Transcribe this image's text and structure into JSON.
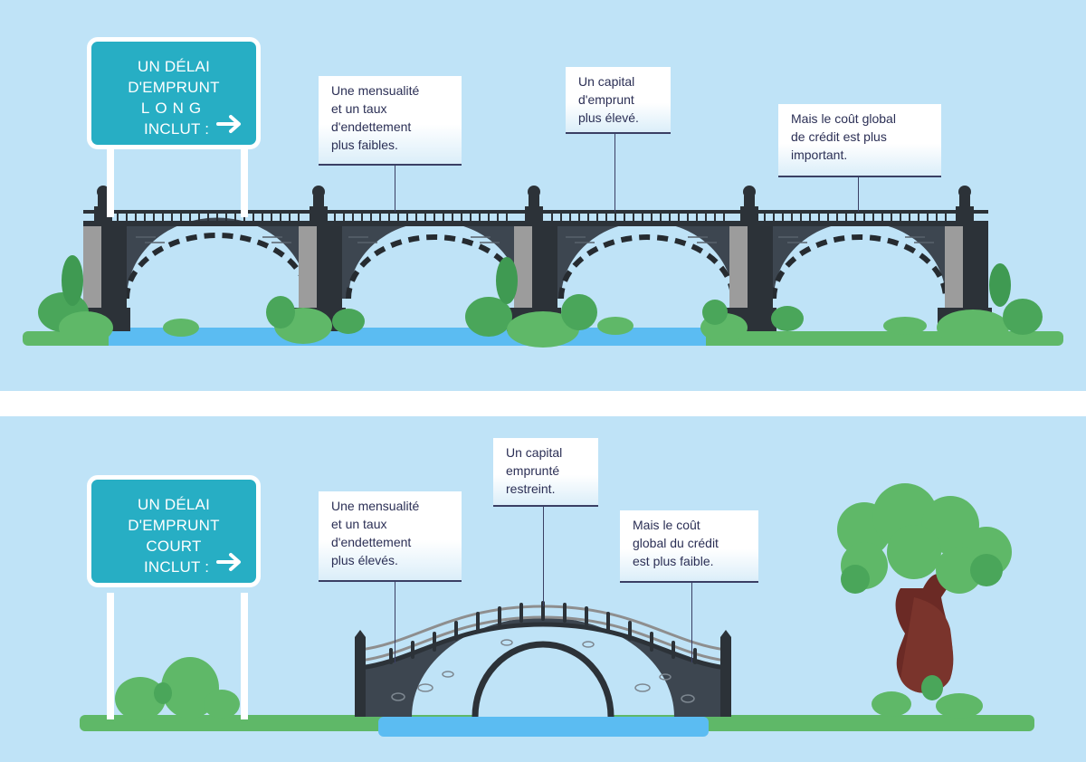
{
  "top": {
    "sign": {
      "line1": "UN DÉLAI",
      "line2": "D'EMPRUNT",
      "line3": "LONG",
      "line4": "INCLUT :",
      "arrow": "right-arrow-icon"
    },
    "callouts": [
      {
        "lines": [
          "Une mensualité",
          "et un taux",
          "d'endettement",
          "plus faibles."
        ]
      },
      {
        "lines": [
          "Un capital",
          "d'emprunt",
          "plus élevé."
        ]
      },
      {
        "lines": [
          "Mais le coût global",
          "de crédit est plus",
          "important."
        ]
      }
    ]
  },
  "bottom": {
    "sign": {
      "line1": "UN DÉLAI",
      "line2": "D'EMPRUNT",
      "line3": "COURT",
      "line4": "INCLUT :",
      "arrow": "right-arrow-icon"
    },
    "callouts": [
      {
        "lines": [
          "Une mensualité",
          "et un taux",
          "d'endettement",
          "plus élevés."
        ]
      },
      {
        "lines": [
          "Un capital",
          "emprunté",
          "restreint."
        ]
      },
      {
        "lines": [
          "Mais le coût",
          "global du crédit",
          "est plus faible."
        ]
      }
    ]
  },
  "colors": {
    "sky": "#bfe3f7",
    "sign": "#27aec4",
    "bridge": "#3d4650",
    "pillar": "#2c3238",
    "pillar_light": "#9c9c9c",
    "water": "#5bbcf2",
    "grass": "#5fb868",
    "bush": "#4aa65a",
    "text": "#2b2f55"
  }
}
